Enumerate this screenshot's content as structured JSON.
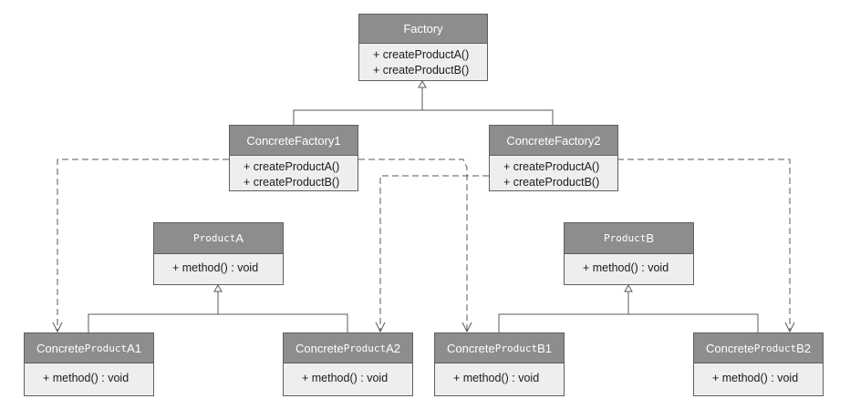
{
  "classes": {
    "factory": {
      "name": "Factory",
      "methods": [
        "+  createProductA()",
        "+  createProductB()"
      ]
    },
    "concrete_factory_1": {
      "name": "ConcreteFactory1",
      "methods": [
        "+  createProductA()",
        "+  createProductB()"
      ]
    },
    "concrete_factory_2": {
      "name": "ConcreteFactory2",
      "methods": [
        "+  createProductA()",
        "+  createProductB()"
      ]
    },
    "product_a": {
      "name_parts": [
        "Product",
        "A"
      ],
      "methods": [
        "+  method() :  void"
      ]
    },
    "product_b": {
      "name_parts": [
        "Product",
        "B"
      ],
      "methods": [
        "+  method() :  void"
      ]
    },
    "concrete_product_a1": {
      "name_parts": [
        "Concrete",
        "Product",
        "A1"
      ],
      "methods": [
        "+  method() :  void"
      ]
    },
    "concrete_product_a2": {
      "name_parts": [
        "Concrete",
        "Product",
        "A2"
      ],
      "methods": [
        "+  method() :  void"
      ]
    },
    "concrete_product_b1": {
      "name_parts": [
        "Concrete",
        "Product",
        "B1"
      ],
      "methods": [
        "+  method() :  void"
      ]
    },
    "concrete_product_b2": {
      "name_parts": [
        "Concrete",
        "Product",
        "B2"
      ],
      "methods": [
        "+  method() :  void"
      ]
    }
  },
  "colors": {
    "header_fill": "#8d8d8d",
    "body_fill": "#eeeeee",
    "border": "#5f5f5f",
    "line": "#5a5a5a"
  }
}
